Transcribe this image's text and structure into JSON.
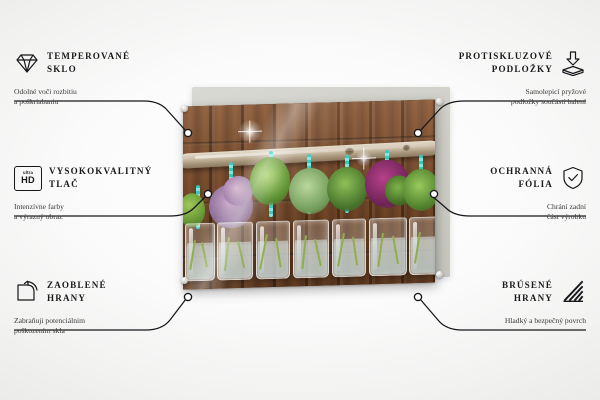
{
  "product": {
    "alt_description": "Glass splashback board printed with photo of herbs in hanging glass jars tied with turquoise twine to a wooden branch against a wooden plank wall",
    "mount_points": 4
  },
  "features": {
    "left": [
      {
        "icon": "diamond-icon",
        "title_line1": "TEMPEROVANÉ",
        "title_line2": "SKLO",
        "desc_line1": "Odolné voči rozbitiu",
        "desc_line2": "a poškriabaniu"
      },
      {
        "icon": "ultra-hd-icon",
        "icon_text_top": "ultra",
        "icon_text_bottom": "HD",
        "title_line1": "VYSOKOKVALITNÝ",
        "title_line2": "TLAČ",
        "desc_line1": "Intenzívne farby",
        "desc_line2": "a výrazný obraz"
      },
      {
        "icon": "rounded-corner-icon",
        "title_line1": "ZAOBLENÉ",
        "title_line2": "HRANY",
        "desc_line1": "Zabraňuji potenciálnim",
        "desc_line2": "poškozením skla"
      }
    ],
    "right": [
      {
        "icon": "anti-slip-pad-icon",
        "title_line1": "PROTISKLUZOVÉ",
        "title_line2": "PODLOŽKY",
        "desc_line1": "Samolepicí pryžové",
        "desc_line2": "podložky součástí balení"
      },
      {
        "icon": "shield-check-icon",
        "title_line1": "OCHRANNÁ",
        "title_line2": "FÓLIA",
        "desc_line1": "Chrání zadní",
        "desc_line2": "část výrobku"
      },
      {
        "icon": "polished-edge-icon",
        "title_line1": "BRÚSENÉ",
        "title_line2": "HRANY",
        "desc_line1": "Hladký a bezpečný povrch",
        "desc_line2": ""
      }
    ]
  },
  "colors": {
    "line": "#17171a",
    "title": "#1a1a1a",
    "description": "#3a3a3a",
    "twine": "#2fd0c4",
    "wood": "#7b4a28",
    "background": "#f2f2f1"
  }
}
